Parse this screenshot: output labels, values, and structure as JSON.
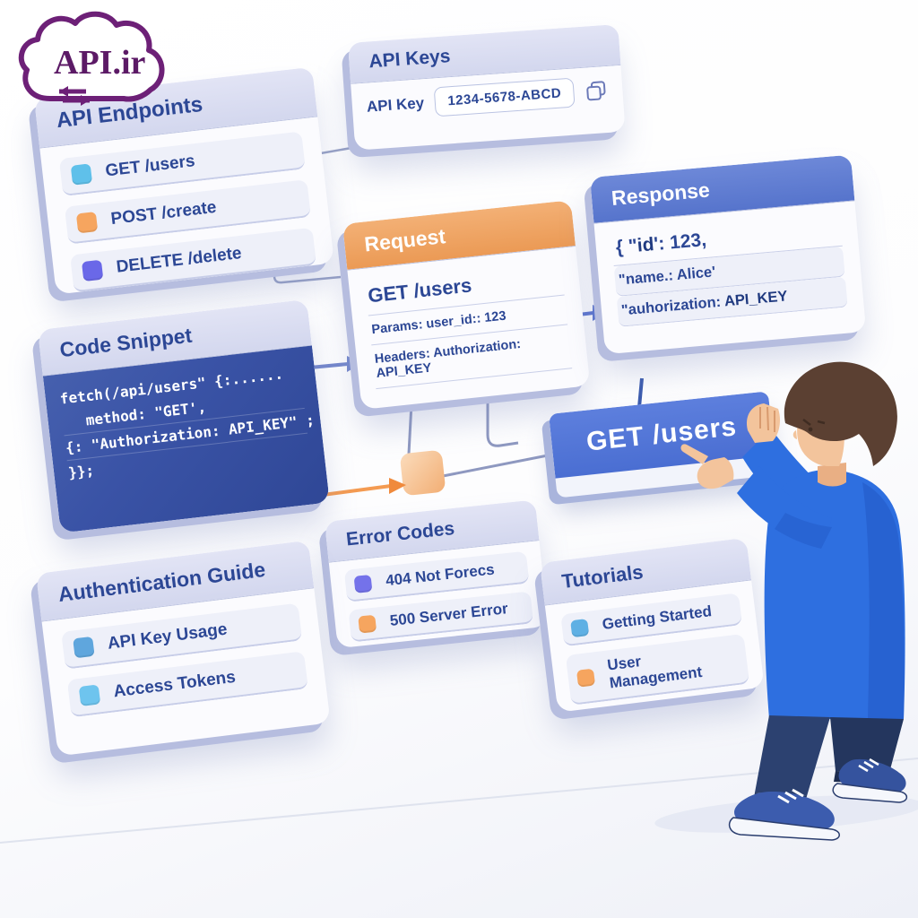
{
  "logo": {
    "name": "API.ir",
    "color": "#6d2077"
  },
  "cards": {
    "endpoints": {
      "title": "API Endpoints",
      "items": [
        {
          "label": "GET /users",
          "color": "#5fc0ea"
        },
        {
          "label": "POST /create",
          "color": "#f6a55f"
        },
        {
          "label": "DELETE /delete",
          "color": "#6a68e8"
        }
      ]
    },
    "api_keys": {
      "title": "API Keys",
      "field_label": "API Key",
      "field_value": "1234-5678-ABCD"
    },
    "request": {
      "title": "Request",
      "method_line": "GET /users",
      "params_line": "Params: user_id:: 123",
      "headers_line": "Headers: Authorization: API_KEY"
    },
    "response": {
      "title": "Response",
      "line1_a": "{ \"",
      "line1_b": "id",
      "line1_c": "': 123,",
      "line2": "\"name.: Alice'",
      "line3_a": "\"auhorization: ",
      "line3_b": "API_KEY"
    },
    "code_snippet": {
      "title": "Code Snippet",
      "l1": "fetch(/api/users\" {:......",
      "l2": "method: \"GET',",
      "l3": "{: \"Authorization: API_KEY\" ;",
      "l4": "}};"
    },
    "banner": {
      "label": "GET /users",
      "color": "#4f74d6"
    },
    "error_codes": {
      "title": "Error Codes",
      "items": [
        {
          "label": "404 Not Forecs",
          "color": "#7472ea"
        },
        {
          "label": "500 Server Error",
          "color": "#f6a55f"
        }
      ]
    },
    "auth_guide": {
      "title": "Authentication Guide",
      "items": [
        {
          "label": "API Key Usage",
          "color": "#5fa6dd"
        },
        {
          "label": "Access Tokens",
          "color": "#6ec4ee"
        }
      ]
    },
    "tutorials": {
      "title": "Tutorials",
      "items": [
        {
          "label": "Getting Started",
          "color": "#5fb0e4"
        },
        {
          "label": "User Management",
          "color": "#f6a55f"
        }
      ]
    }
  },
  "colors": {
    "accent_orange": "#f2a05e",
    "accent_blue": "#5b79d0",
    "code_bg": "#3a53a4",
    "text_blue": "#2c4795"
  }
}
